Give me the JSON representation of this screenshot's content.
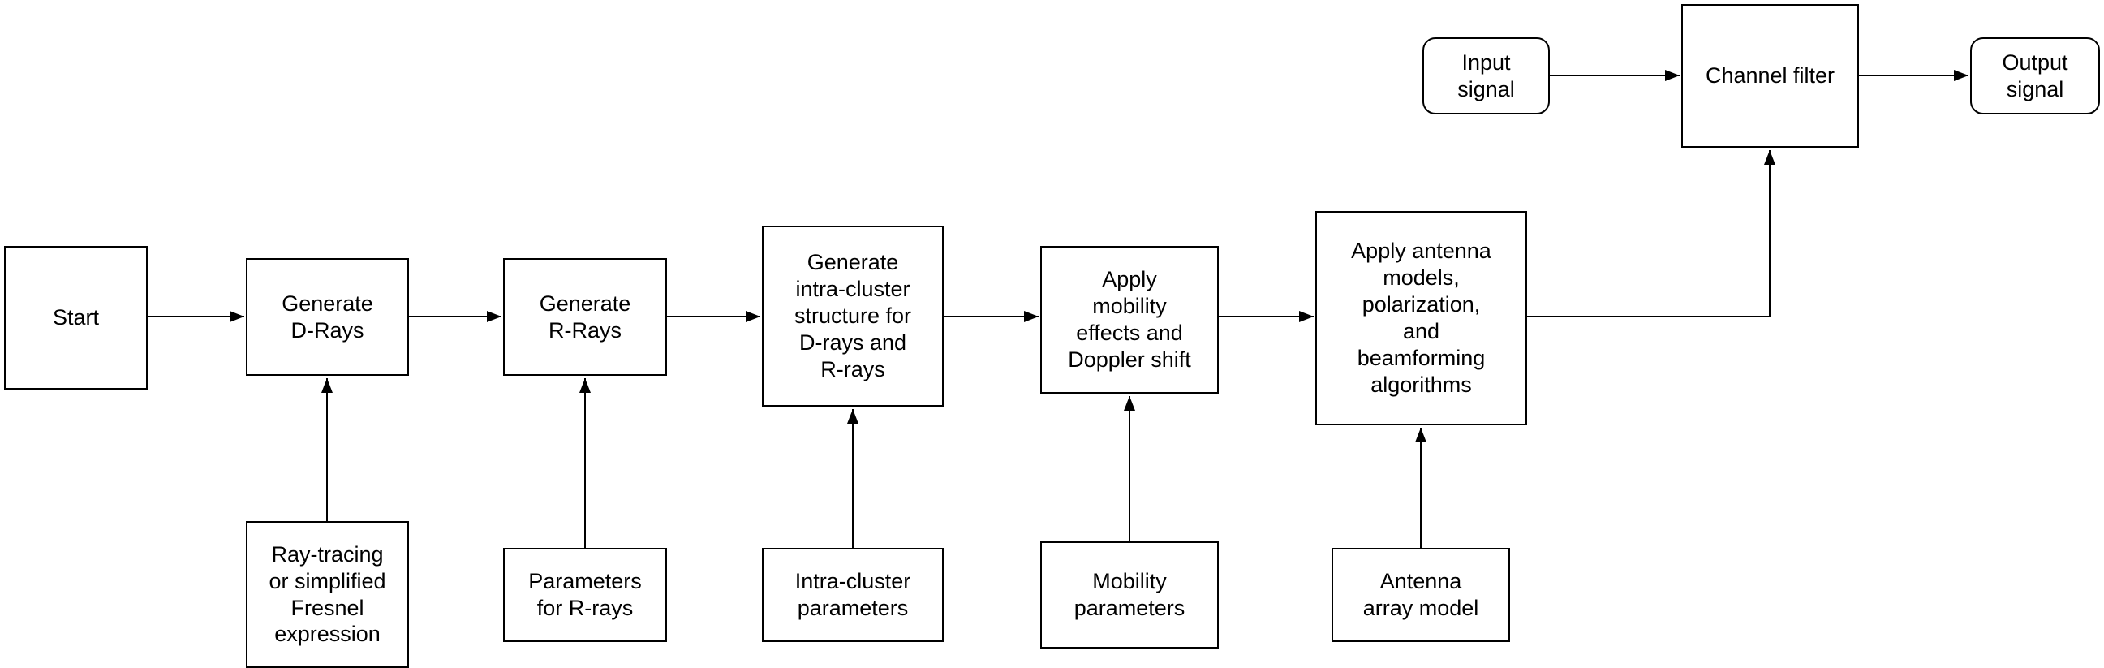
{
  "diagram": {
    "type": "flowchart",
    "colors": {
      "stroke": "#000000",
      "fill": "#ffffff",
      "text": "#000000"
    },
    "nodes": {
      "start": {
        "label": "Start",
        "shape": "rectangle"
      },
      "generate_d_rays": {
        "label": "Generate\nD-Rays",
        "shape": "rectangle"
      },
      "generate_r_rays": {
        "label": "Generate\nR-Rays",
        "shape": "rectangle"
      },
      "intra_cluster_structure": {
        "label": "Generate\nintra-cluster\nstructure for\nD-rays and\nR-rays",
        "shape": "rectangle"
      },
      "mobility_effects": {
        "label": "Apply\nmobility\neffects and\nDoppler shift",
        "shape": "rectangle"
      },
      "antenna_models": {
        "label": "Apply antenna\nmodels,\npolarization,\nand\nbeamforming\nalgorithms",
        "shape": "rectangle"
      },
      "input_signal": {
        "label": "Input\nsignal",
        "shape": "rounded-rectangle"
      },
      "channel_filter": {
        "label": "Channel filter",
        "shape": "rectangle"
      },
      "output_signal": {
        "label": "Output\nsignal",
        "shape": "rounded-rectangle"
      },
      "ray_tracing": {
        "label": "Ray-tracing\nor simplified\nFresnel\nexpression",
        "shape": "rectangle"
      },
      "parameters_r_rays": {
        "label": "Parameters\nfor R-rays",
        "shape": "rectangle"
      },
      "intra_cluster_parameters": {
        "label": "Intra-cluster\nparameters",
        "shape": "rectangle"
      },
      "mobility_parameters": {
        "label": "Mobility\nparameters",
        "shape": "rectangle"
      },
      "antenna_array_model": {
        "label": "Antenna\narray model",
        "shape": "rectangle"
      }
    },
    "edges": [
      {
        "from": "start",
        "to": "generate_d_rays"
      },
      {
        "from": "generate_d_rays",
        "to": "generate_r_rays"
      },
      {
        "from": "generate_r_rays",
        "to": "intra_cluster_structure"
      },
      {
        "from": "intra_cluster_structure",
        "to": "mobility_effects"
      },
      {
        "from": "mobility_effects",
        "to": "antenna_models"
      },
      {
        "from": "antenna_models",
        "to": "channel_filter"
      },
      {
        "from": "input_signal",
        "to": "channel_filter"
      },
      {
        "from": "channel_filter",
        "to": "output_signal"
      },
      {
        "from": "ray_tracing",
        "to": "generate_d_rays"
      },
      {
        "from": "parameters_r_rays",
        "to": "generate_r_rays"
      },
      {
        "from": "intra_cluster_parameters",
        "to": "intra_cluster_structure"
      },
      {
        "from": "mobility_parameters",
        "to": "mobility_effects"
      },
      {
        "from": "antenna_array_model",
        "to": "antenna_models"
      }
    ]
  }
}
